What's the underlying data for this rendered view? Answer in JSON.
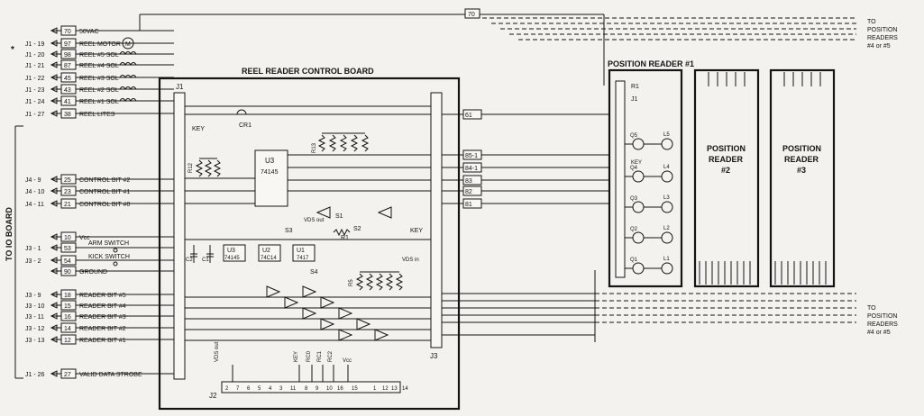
{
  "asterisk": "*",
  "top_line_number": "70",
  "board_title": "REEL READER CONTROL BOARD",
  "connector_labels": {
    "j1": "J1",
    "j2": "J2",
    "j3": "J3"
  },
  "cr1": "CR1",
  "key_label": "KEY",
  "to_io_board": "TO IO BOARD",
  "left_wires": [
    {
      "pin": "",
      "num": "70",
      "label": "50VAC"
    },
    {
      "pin": "J1 - 19",
      "num": "97",
      "label": "REEL MOTOR"
    },
    {
      "pin": "J1 - 20",
      "num": "98",
      "label": "REEL #5 SOL"
    },
    {
      "pin": "J1 - 21",
      "num": "87",
      "label": "REEL #4 SOL"
    },
    {
      "pin": "J1 - 22",
      "num": "45",
      "label": "REEL #3 SOL"
    },
    {
      "pin": "J1 - 23",
      "num": "43",
      "label": "REEL #2 SOL"
    },
    {
      "pin": "J1 - 24",
      "num": "41",
      "label": "REEL #1 SOL"
    },
    {
      "pin": "J1 - 27",
      "num": "38",
      "label": "REEL LITES"
    },
    {
      "pin": "J4 - 9",
      "num": "25",
      "label": "CONTROL BIT #2"
    },
    {
      "pin": "J4 - 10",
      "num": "23",
      "label": "CONTROL BIT #1"
    },
    {
      "pin": "J4 - 11",
      "num": "21",
      "label": "CONTROL BIT #0"
    },
    {
      "pin": "",
      "num": "10",
      "label": "Vcc"
    },
    {
      "pin": "J3 - 1",
      "num": "53",
      "label": ""
    },
    {
      "pin": "J3 - 2",
      "num": "54",
      "label": ""
    },
    {
      "pin": "",
      "num": "90",
      "label": "GROUND"
    },
    {
      "pin": "J3 - 9",
      "num": "18",
      "label": "READER BIT #5"
    },
    {
      "pin": "J3 - 10",
      "num": "15",
      "label": "READER BIT #4"
    },
    {
      "pin": "J3 - 11",
      "num": "16",
      "label": "READER BIT #3"
    },
    {
      "pin": "J3 - 12",
      "num": "14",
      "label": "READER BIT #2"
    },
    {
      "pin": "J3 - 13",
      "num": "12",
      "label": "READER BIT #1"
    },
    {
      "pin": "J1 - 26",
      "num": "27",
      "label": "VALID DATA STROBE"
    }
  ],
  "arm_switch": "ARM SWITCH",
  "kick_switch": "KICK SWITCH",
  "motor_symbol": "M",
  "ics": [
    {
      "ref": "U3",
      "part": "74145"
    },
    {
      "ref": "U3",
      "part": "74145"
    },
    {
      "ref": "U2",
      "part": "74C14"
    },
    {
      "ref": "U1",
      "part": "7417"
    }
  ],
  "resistor_labels": {
    "r13": "R13",
    "r12": "R12",
    "r1": "R1",
    "r5": "R5"
  },
  "switches": {
    "s1": "S1",
    "s2": "S2",
    "s3": "S3",
    "s4": "S4"
  },
  "vds_out": "VDS out",
  "vds_in": "VDS in",
  "j3_outputs": [
    {
      "num": "61"
    },
    {
      "num": "85-1"
    },
    {
      "num": "84-1"
    },
    {
      "num": "83"
    },
    {
      "num": "82"
    },
    {
      "num": "81"
    }
  ],
  "j2_pins": [
    "2",
    "7",
    "6",
    "5",
    "4",
    "3",
    "11",
    "8",
    "9",
    "10",
    "16",
    "15",
    "1",
    "12",
    "13",
    "14"
  ],
  "j2_signals": [
    "VDS out",
    "KEY",
    "RC0",
    "RC1",
    "RC2",
    "Vcc"
  ],
  "capacitors": [
    "C2",
    "C1"
  ],
  "position_reader_1": {
    "title": "POSITION READER #1",
    "r1": "R1",
    "j1": "J1",
    "key": "KEY"
  },
  "lamps": [
    "L5",
    "L4",
    "L3",
    "L2",
    "L1"
  ],
  "transistors": [
    "Q5",
    "Q4",
    "Q3",
    "Q2",
    "Q1"
  ],
  "position_reader_2": {
    "line1": "POSITION",
    "line2": "READER",
    "line3": "#2"
  },
  "position_reader_3": {
    "line1": "POSITION",
    "line2": "READER",
    "line3": "#3"
  },
  "to_readers_top": [
    "TO",
    "POSITION",
    "READERS",
    "#4 or #5"
  ],
  "to_readers_bottom": [
    "TO",
    "POSITION",
    "READERS",
    "#4 or #5"
  ]
}
